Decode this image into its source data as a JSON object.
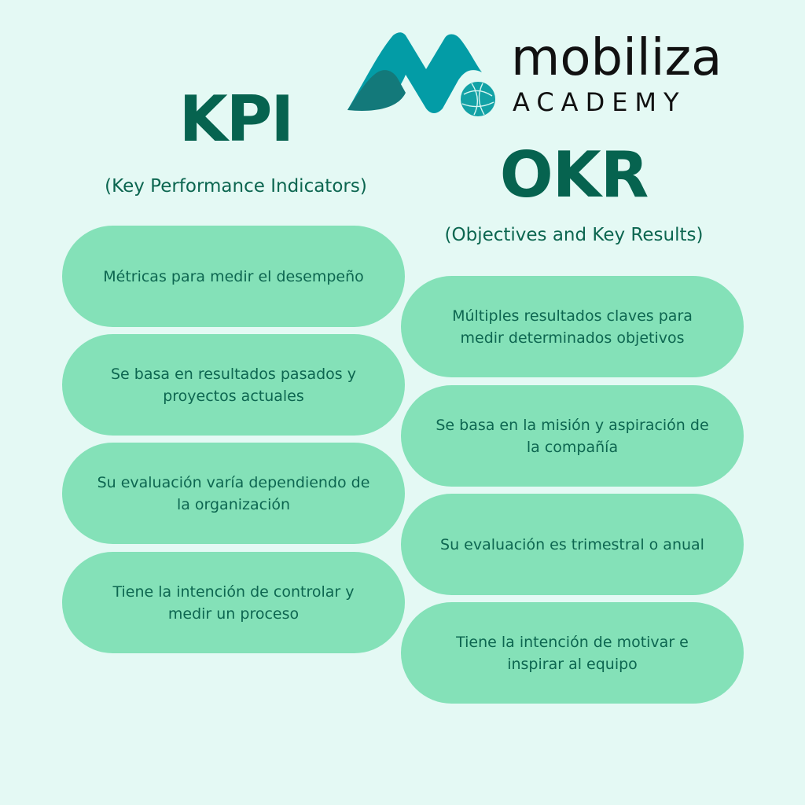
{
  "brand": {
    "name": "mobiliza",
    "subtitle": "ACADEMY",
    "colors": {
      "teal": "#039ca6",
      "dark_teal": "#13797a",
      "text": "#111111"
    }
  },
  "kpi": {
    "title": "KPI",
    "subtitle": "(Key Performance Indicators)",
    "items": [
      {
        "text": "Métricas para medir el desempeño"
      },
      {
        "text": "Se basa en resultados pasados y proyectos actuales"
      },
      {
        "text": "Su evaluación varía dependiendo de la organización"
      },
      {
        "text": "Tiene la intención de controlar y medir un proceso"
      }
    ]
  },
  "okr": {
    "title": "OKR",
    "subtitle": "(Objectives and Key Results)",
    "items": [
      {
        "text": "Múltiples resultados claves para medir determinados objetivos"
      },
      {
        "text": "Se basa en la misión y aspiración de la compañía"
      },
      {
        "text": "Su evaluación es trimestral o anual"
      },
      {
        "text": "Tiene la intención de motivar e inspirar al equipo"
      }
    ]
  },
  "colors": {
    "background": "#e4f9f4",
    "heading": "#06634f",
    "pill": "#84e1b8",
    "pill_text": "#0d6650"
  }
}
